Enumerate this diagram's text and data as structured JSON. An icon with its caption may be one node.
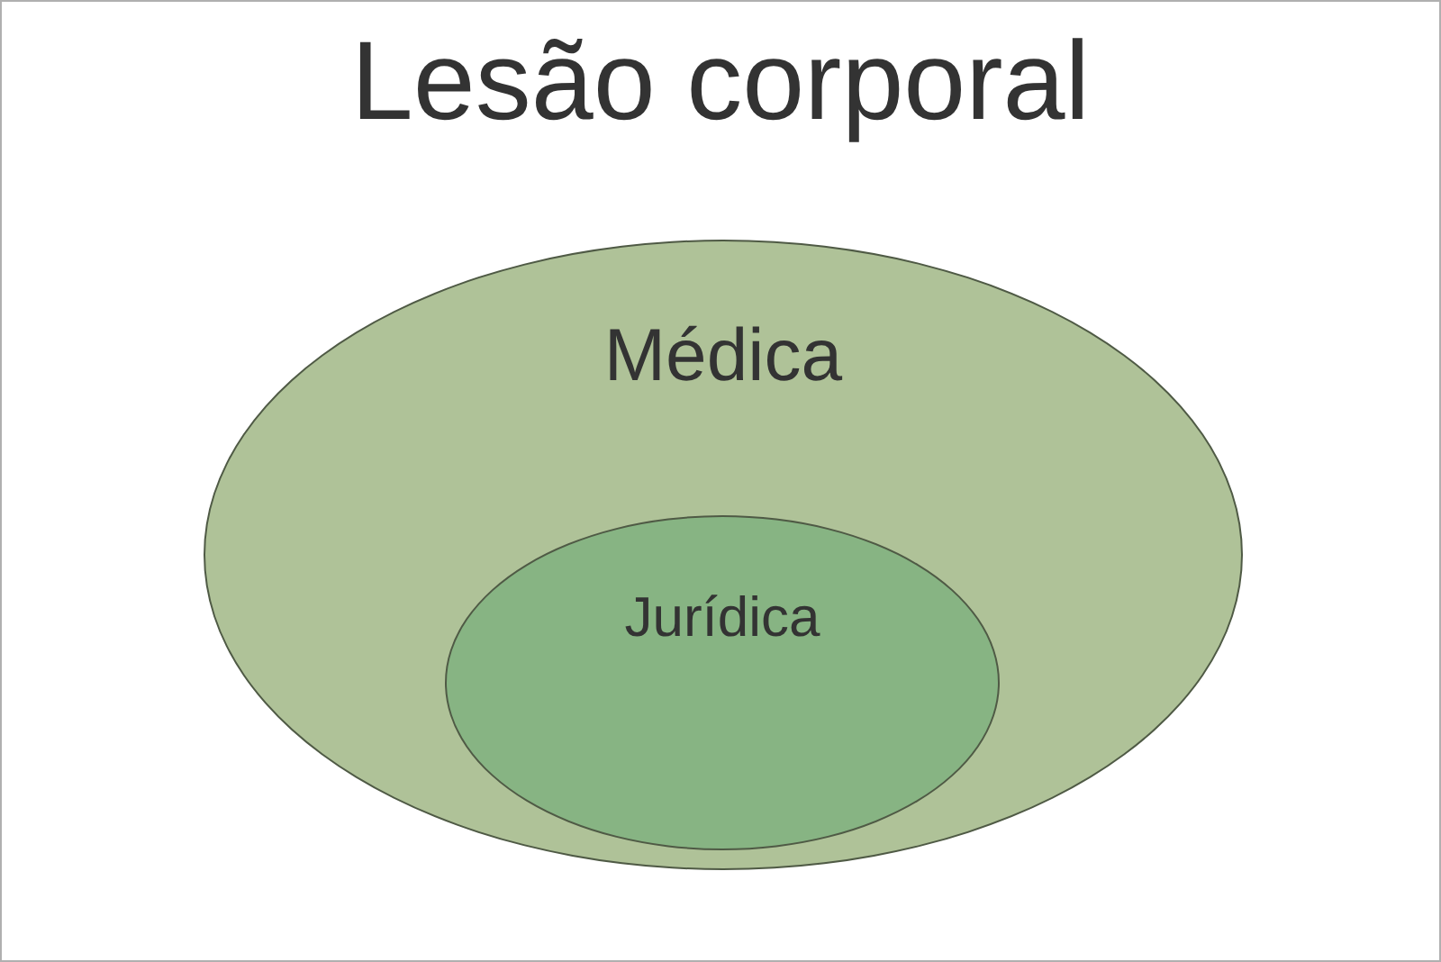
{
  "diagram": {
    "title": "Lesão corporal",
    "nodes": [
      {
        "text": [
          "Médica"
        ]
      },
      {
        "text": [
          "Jurídica"
        ],
        "in": 0
      }
    ]
  }
}
